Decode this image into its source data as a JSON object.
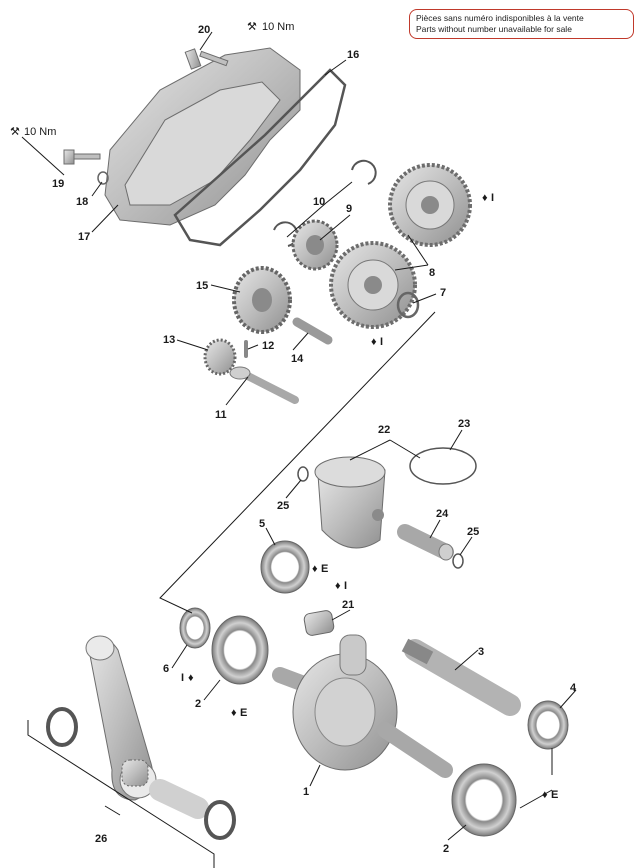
{
  "notice": {
    "line_fr": "Pièces sans numéro indisponibles à la vente",
    "line_en": "Parts without number unavailable for sale"
  },
  "torque": {
    "t20": "10 Nm",
    "t19": "10 Nm"
  },
  "callouts": {
    "c1": "1",
    "c2a": "2",
    "c2b": "2",
    "c3": "3",
    "c4": "4",
    "c5": "5",
    "c6": "6",
    "c7": "7",
    "c8": "8",
    "c9": "9",
    "c10": "10",
    "c11": "11",
    "c12": "12",
    "c13": "13",
    "c14": "14",
    "c15": "15",
    "c16": "16",
    "c17": "17",
    "c18": "18",
    "c19": "19",
    "c20": "20",
    "c21": "21",
    "c22": "22",
    "c23": "23",
    "c24": "24",
    "c25a": "25",
    "c25b": "25",
    "c26": "26"
  },
  "lube_marks": {
    "m_i_gear_top": "I",
    "m_i_gear_mid": "I",
    "m_e_bearing5": "E",
    "m_i_bearing21": "I",
    "m_i_seal6": "I",
    "m_e_bearing2a": "E",
    "m_e_bearing2b": "E"
  },
  "colors": {
    "part_fill": "#c8c8c8",
    "part_dark": "#9a9a9a",
    "notice_border": "#c0392b"
  }
}
